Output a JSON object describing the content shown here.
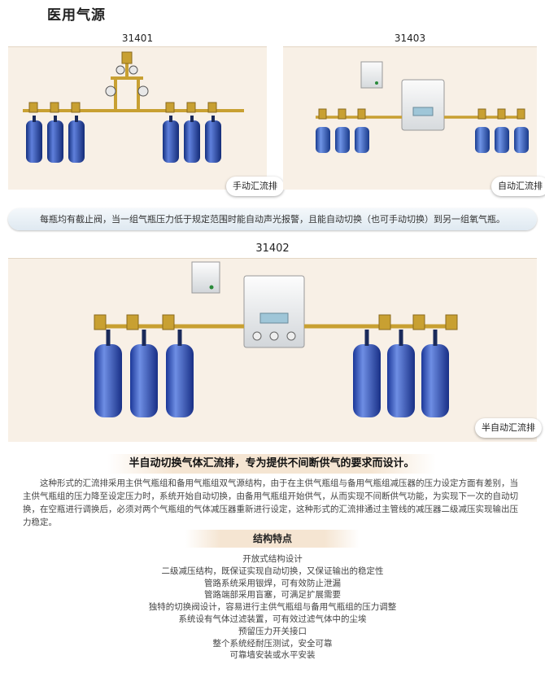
{
  "page": {
    "title": "医用气源"
  },
  "panels": [
    {
      "model": "31401",
      "tag": "手动汇流排"
    },
    {
      "model": "31403",
      "tag": "自动汇流排"
    },
    {
      "model": "31402",
      "tag": "半自动汇流排"
    }
  ],
  "banner": {
    "text": "每瓶均有截止阀，当一组气瓶压力低于规定范围时能自动声光报警，且能自动切换（也可手动切换）到另一组氧气瓶。"
  },
  "headline": "半自动切换气体汇流排，专为提供不间断供气的要求而设计。",
  "description": "这种形式的汇流排采用主供气瓶组和备用气瓶组双气源结构，由于在主供气瓶组与备用气瓶组减压器的压力设定方面有差别，当主供气瓶组的压力降至设定压力时，系统开始自动切换，由备用气瓶组开始供气，从而实现不间断供气功能，为实现下一次的自动切换，在空瓶进行调换后，必须对两个气瓶组的气体减压器重新进行设定，这种形式的汇流排通过主管线的减压器二级减压实现输出压力稳定。",
  "structure": {
    "title": "结构特点",
    "features": [
      "开放式结构设计",
      "二级减压结构，既保证实现自动切换，又保证输出的稳定性",
      "管路系统采用银焊，可有效防止泄漏",
      "管路端部采用盲塞，可满足扩展需要",
      "独特的切换阀设计，容易进行主供气瓶组与备用气瓶组的压力调整",
      "系统设有气体过滤装置，可有效过滤气体中的尘埃",
      "预留压力开关接口",
      "整个系统经耐压测试，安全可靠",
      "可靠墙安装或水平安装"
    ]
  },
  "colors": {
    "cylinder": "#1f3fa8",
    "cylinder_highlight": "#6f8ee0",
    "manifold_brass": "#c8a032",
    "panel_bg": "#f8f0e6"
  }
}
